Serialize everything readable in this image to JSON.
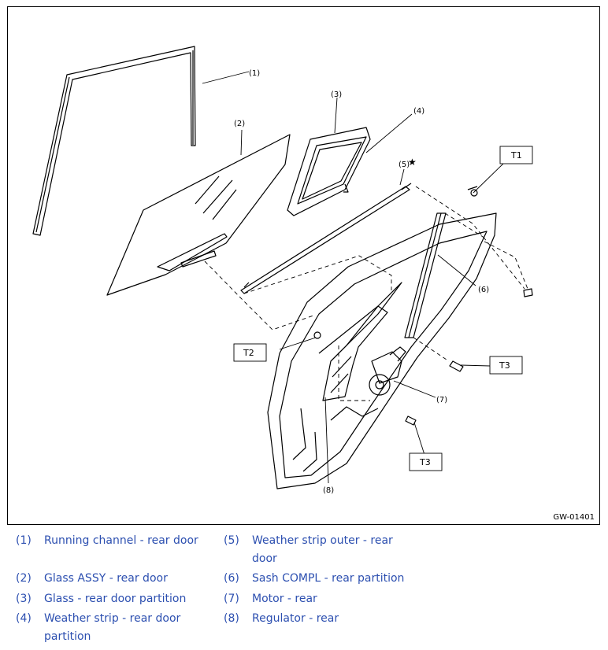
{
  "figure": {
    "callouts": [
      "(1)",
      "(2)",
      "(3)",
      "(4)",
      "(5)",
      "(6)",
      "(7)",
      "(8)"
    ],
    "star": "★",
    "torques": [
      "T1",
      "T2",
      "T3",
      "T3"
    ],
    "code": "GW-01401"
  },
  "legend": [
    {
      "num": "(1)",
      "text": "Running channel - rear door"
    },
    {
      "num": "(2)",
      "text": "Glass ASSY - rear door"
    },
    {
      "num": "(3)",
      "text": "Glass - rear door partition"
    },
    {
      "num": "(4)",
      "text": "Weather strip - rear door partition"
    },
    {
      "num": "(5)",
      "text": "Weather strip outer - rear door"
    },
    {
      "num": "(6)",
      "text": "Sash COMPL - rear partition"
    },
    {
      "num": "(7)",
      "text": "Motor - rear"
    },
    {
      "num": "(8)",
      "text": "Regulator - rear"
    }
  ]
}
